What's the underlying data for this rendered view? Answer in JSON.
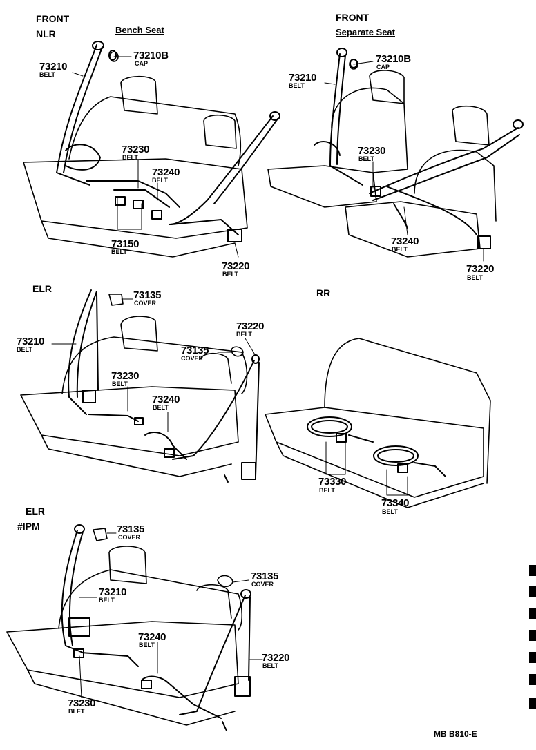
{
  "sections": {
    "front_nlr": {
      "title": "FRONT",
      "subtitle": "NLR",
      "variant": "Bench Seat"
    },
    "front_sep": {
      "title": "FRONT",
      "variant": "Separate Seat"
    },
    "elr": {
      "title": "ELR"
    },
    "rr": {
      "title": "RR"
    },
    "elr_ipm": {
      "title": "ELR",
      "subtitle": "#IPM"
    }
  },
  "callouts": [
    {
      "part": "73210",
      "desc": "BELT"
    },
    {
      "part": "73210B",
      "desc": "CAP"
    },
    {
      "part": "73230",
      "desc": "BELT"
    },
    {
      "part": "73240",
      "desc": "BELT"
    },
    {
      "part": "73150",
      "desc": "BELT"
    },
    {
      "part": "73220",
      "desc": "BELT"
    },
    {
      "part": "73210",
      "desc": "BELT"
    },
    {
      "part": "73210B",
      "desc": "CAP"
    },
    {
      "part": "73230",
      "desc": "BELT"
    },
    {
      "part": "73240",
      "desc": "BELT"
    },
    {
      "part": "73220",
      "desc": "BELT"
    },
    {
      "part": "73135",
      "desc": "COVER"
    },
    {
      "part": "73210",
      "desc": "BELT"
    },
    {
      "part": "73135",
      "desc": "COVER"
    },
    {
      "part": "73220",
      "desc": "BELT"
    },
    {
      "part": "73230",
      "desc": "BELT"
    },
    {
      "part": "73240",
      "desc": "BELT"
    },
    {
      "part": "73330",
      "desc": "BELT"
    },
    {
      "part": "73340",
      "desc": "BELT"
    },
    {
      "part": "73135",
      "desc": "COVER"
    },
    {
      "part": "73210",
      "desc": "BELT"
    },
    {
      "part": "73135",
      "desc": "COVER"
    },
    {
      "part": "73240",
      "desc": "BELT"
    },
    {
      "part": "73220",
      "desc": "BELT"
    },
    {
      "part": "73230",
      "desc": "BLET"
    }
  ],
  "footer": {
    "code": "MB B810-E"
  }
}
